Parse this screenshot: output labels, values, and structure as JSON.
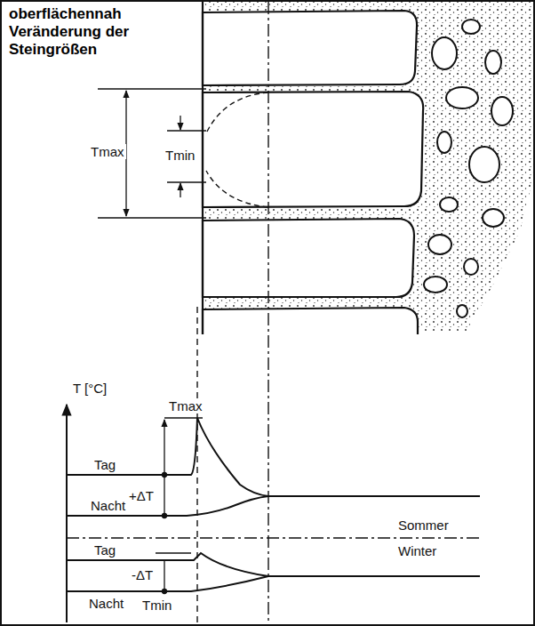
{
  "diagram": {
    "title": "oberflächennah Veränderung der Steingrößen",
    "labels": [
      "Tmax",
      "Tmin",
      "T [°C]",
      "Tmax",
      "Tag",
      "+ΔT",
      "Nacht",
      "Sommer",
      "Tag",
      "Winter",
      "-ΔT",
      "Nacht",
      "Tmin"
    ]
  }
}
